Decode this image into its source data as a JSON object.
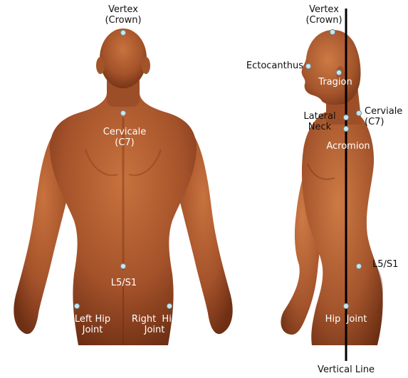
{
  "colors": {
    "skin_light": "#c8723e",
    "skin_mid": "#a4522a",
    "skin_dark": "#6e2f14",
    "marker_fill": "#c9e6ee",
    "marker_stroke": "#6a8e98",
    "vertical_line": "#000000",
    "label_dark": "#111111",
    "label_light": "#ffffff"
  },
  "back_view": {
    "labels": {
      "vertex": "Vertex\n(Crown)",
      "cervicale": "Cervicale\n(C7)",
      "l5s1": "L5/S1",
      "left_hip": "Left Hip\nJoint",
      "right_hip": "Right  Hip\nJoint"
    }
  },
  "side_view": {
    "labels": {
      "vertex": "Vertex\n(Crown)",
      "ectocanthus": "Ectocanthus",
      "tragion": "Tragion",
      "lateral_neck": "Lateral\nNeck",
      "cerviale": "Cerviale\n(C7)",
      "acromion": "Acromion",
      "l5s1": "L5/S1",
      "hip_joint": "Hip  Joint",
      "vertical_line": "Vertical Line"
    }
  }
}
